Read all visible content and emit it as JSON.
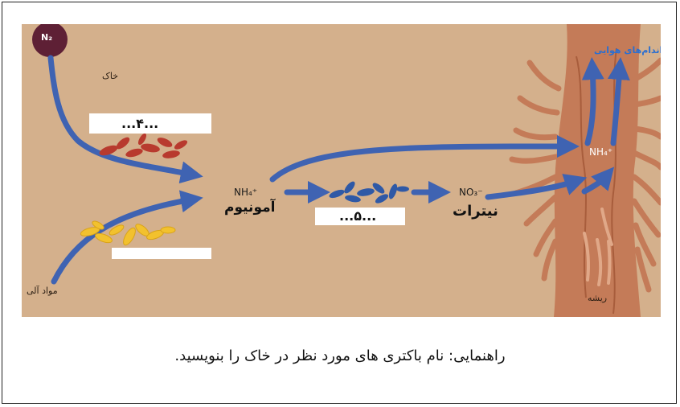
{
  "diagram": {
    "n2_label": "N₂",
    "soil_label": "خاک",
    "organic_label": "مواد آلی",
    "root_label": "ریشه",
    "aerial_label": "اندام‌های هوایی",
    "blank_4": "...۴...",
    "blank_5": "...۵...",
    "nh4_center": "NH₄⁺",
    "ammonium_label": "آمونیوم",
    "no3_label": "NO₃⁻",
    "nitrate_label": "نیترات",
    "nh4_root": "NH₄⁺"
  },
  "caption": "راهنمایی: نام باکتری های مورد نظر در خاک را بنویسید.",
  "colors": {
    "soil": "#d4b08c",
    "arrow": "#3f63b2",
    "root": "#c47b58",
    "n2_circle": "#5e2035",
    "red_bacteria": "#b83a2e",
    "yellow_bacteria": "#f2c12e",
    "blue_bacteria": "#2f59a6"
  }
}
